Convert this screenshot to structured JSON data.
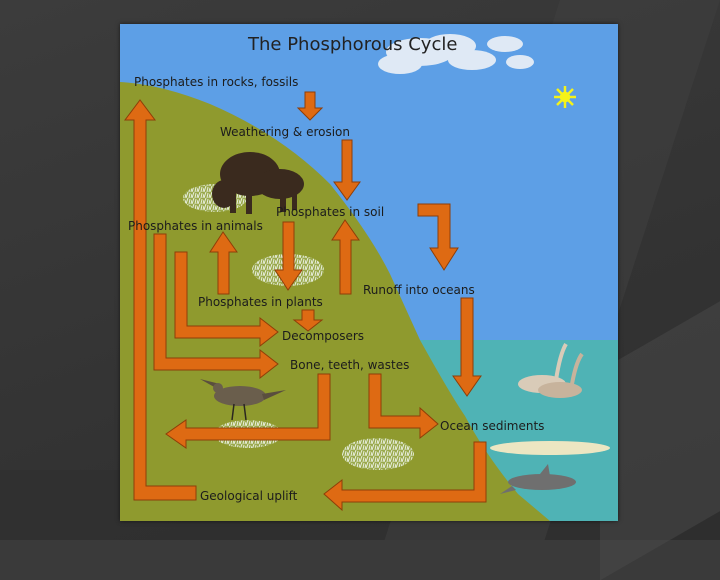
{
  "diagram": {
    "title": "The Phosphorous Cycle",
    "labels": {
      "rocks": "Phosphates in rocks, fossils",
      "weathering": "Weathering & erosion",
      "soil": "Phosphates in soil",
      "animals": "Phosphates in animals",
      "runoff": "Runoff into oceans",
      "plants": "Phosphates in plants",
      "decomposers": "Decomposers",
      "bone": "Bone, teeth, wastes",
      "sediments": "Ocean sediments",
      "uplift": "Geological uplift"
    },
    "colors": {
      "sky": "#5d9fe6",
      "land": "#8f9a2e",
      "ocean": "#4fb3b5",
      "arrow": "#de6a13",
      "arrow_edge": "#8e3e08",
      "sun": "#f5f219"
    },
    "icons": [
      "sun-icon",
      "cloud-icon",
      "bison-icon",
      "bird-icon",
      "swan-icon",
      "dolphin-icon",
      "grass-patch-icon"
    ]
  }
}
